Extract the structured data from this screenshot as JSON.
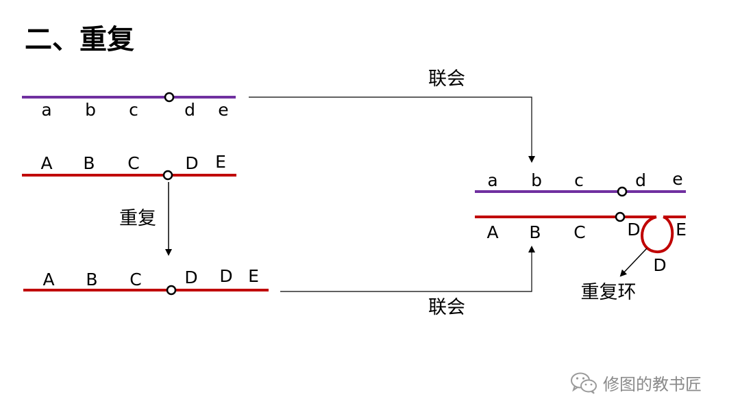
{
  "title": "二、重复",
  "colors": {
    "purple": "#7030a0",
    "red": "#c00000",
    "text": "#000000",
    "footer": "#8a8a8a"
  },
  "chromosomes": {
    "normal_purple": {
      "labels": [
        "a",
        "b",
        "c",
        "d",
        "e"
      ]
    },
    "normal_red": {
      "labels": [
        "A",
        "B",
        "C",
        "D",
        "E"
      ]
    },
    "duplicated": {
      "labels": [
        "A",
        "B",
        "C",
        "D",
        "D",
        "E"
      ]
    },
    "paired_purple": {
      "labels": [
        "a",
        "b",
        "c",
        "d",
        "e"
      ]
    },
    "paired_red": {
      "labels": [
        "A",
        "B",
        "C",
        "D",
        "E"
      ],
      "loop_label": "D"
    }
  },
  "arrows": {
    "duplication": "重复",
    "synapsis_top": "联会",
    "synapsis_bottom": "联会",
    "loop": "重复环"
  },
  "footer": {
    "icon": "wechat-icon",
    "text": "修图的教书匠"
  }
}
